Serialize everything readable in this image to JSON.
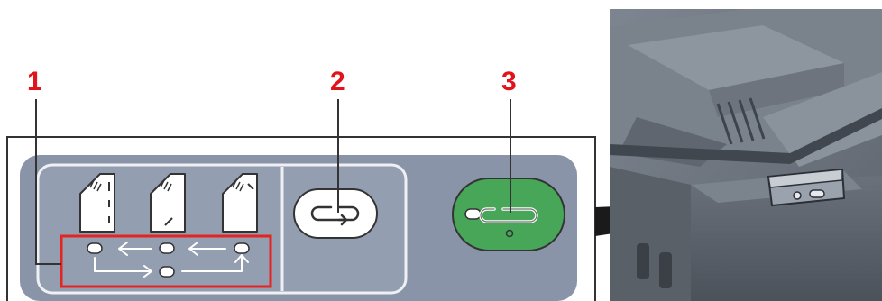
{
  "callouts": {
    "one": "1",
    "two": "2",
    "three": "3"
  },
  "icons": {
    "staple_positions": [
      "staple-corner-left-icon",
      "staple-two-points-icon",
      "staple-corner-right-icon"
    ],
    "staple_indicators": [
      "indicator-led",
      "indicator-led",
      "indicator-led",
      "indicator-led"
    ],
    "cycle_arrows": "cycle-arrows-icon",
    "manual_staple": "loop-arrow-icon",
    "start_button": "start-indicator-icon"
  },
  "colors": {
    "callout_red": "#e1141b",
    "panel_gray": "#8a94a8",
    "start_green": "#47a657",
    "highlight_red": "#e52421"
  }
}
